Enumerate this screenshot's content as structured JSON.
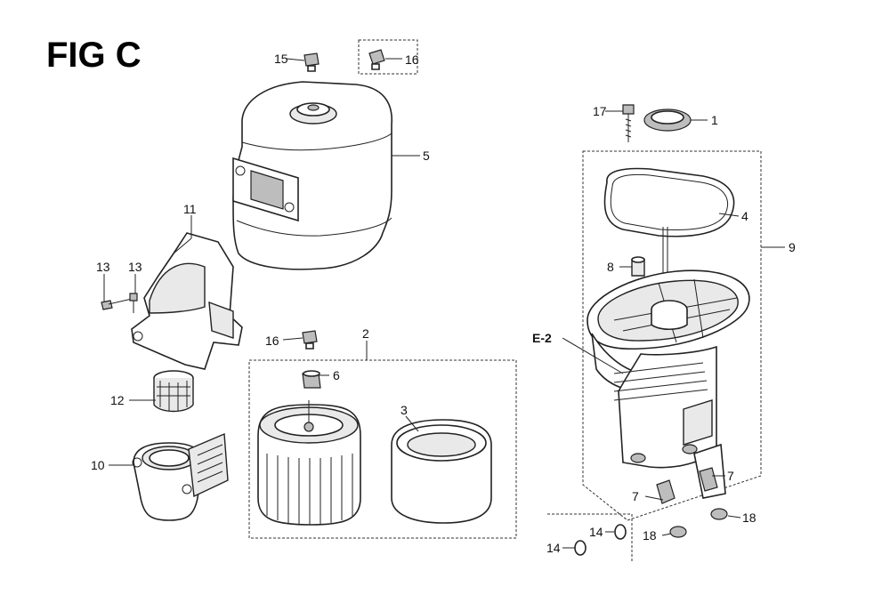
{
  "figure": {
    "title": "FIG C"
  },
  "callouts": {
    "c1": "1",
    "c2": "2",
    "c3": "3",
    "c4": "4",
    "c5": "5",
    "c6": "6",
    "c7a": "7",
    "c7b": "7",
    "c8": "8",
    "c9": "9",
    "c10": "10",
    "c11": "11",
    "c12": "12",
    "c13a": "13",
    "c13b": "13",
    "c14a": "14",
    "c14b": "14",
    "c15": "15",
    "c16a": "16",
    "c16b": "16",
    "c17": "17",
    "c18a": "18",
    "c18b": "18",
    "e2": "E-2"
  }
}
